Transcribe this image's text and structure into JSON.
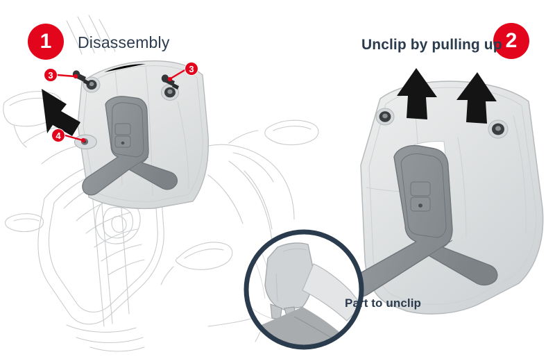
{
  "document": {
    "kind": "service-manual-illustration",
    "subject": "Motorcycle windshield removal",
    "background_color": "#ffffff"
  },
  "colors": {
    "badge_red": "#e3051b",
    "text_navy": "#2b3b4e",
    "magnifier_ring": "#2b3b4e",
    "arrow_black": "#1a1a1a",
    "panel_light_grey": "#e8e9ea",
    "panel_mid_grey": "#b9bcbf",
    "bracket_grey": "#8d9296",
    "outline_grey": "#c9ccce"
  },
  "panels": [
    {
      "id": "panel-1",
      "badge": "1",
      "title": "Disassembly",
      "callouts": [
        {
          "id": "callout-3-left",
          "label": "3",
          "target": "screw-left"
        },
        {
          "id": "callout-3-right",
          "label": "3",
          "target": "screw-right"
        },
        {
          "id": "callout-4-left",
          "label": "4",
          "target": "clip-left"
        }
      ],
      "arrows": [
        {
          "name": "pull-forward-arrow",
          "direction": "left"
        }
      ]
    },
    {
      "id": "panel-2",
      "badge": "2",
      "title": "Unclip by pulling up",
      "arrows": [
        {
          "name": "pull-up-arrow-left",
          "direction": "up"
        },
        {
          "name": "pull-up-arrow-right",
          "direction": "up"
        }
      ],
      "detail": {
        "label": "Part to unclip",
        "shape": "magnifier-circle"
      }
    }
  ]
}
